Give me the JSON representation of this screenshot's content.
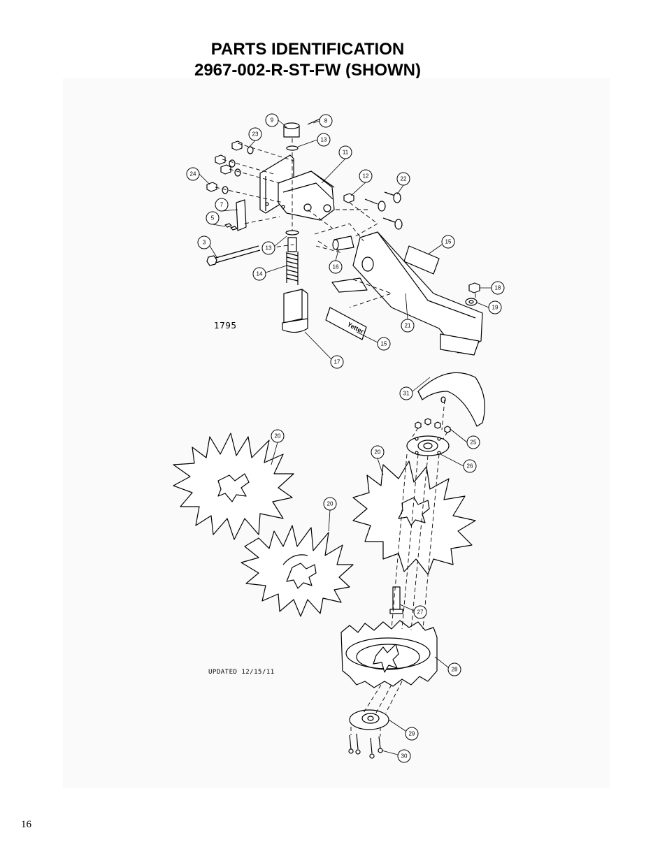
{
  "title": {
    "line1": "PARTS IDENTIFICATION",
    "line2": "2967-002-R-ST-FW (SHOWN)"
  },
  "drawing_number": "1795",
  "updated_note": "UPDATED 12/15/11",
  "page_number": "16",
  "decal_text": "Yetter",
  "callouts": [
    "9",
    "8",
    "23",
    "13",
    "11",
    "24",
    "12",
    "22",
    "7",
    "5",
    "3",
    "13",
    "14",
    "16",
    "15",
    "18",
    "19",
    "21",
    "15",
    "17",
    "31",
    "20",
    "25",
    "26",
    "20",
    "20",
    "27",
    "28",
    "29",
    "30"
  ]
}
